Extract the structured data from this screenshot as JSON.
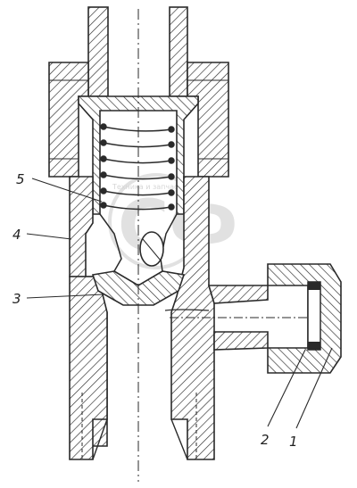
{
  "diagram": {
    "callouts": [
      {
        "id": "c1",
        "label": "1"
      },
      {
        "id": "c2",
        "label": "2"
      },
      {
        "id": "c3",
        "label": "3"
      },
      {
        "id": "c4",
        "label": "4"
      },
      {
        "id": "c5",
        "label": "5"
      }
    ],
    "watermark": {
      "text": "СФ",
      "small_text": "Техника и запчасти"
    },
    "colors": {
      "ink": "#2a2a2a",
      "paper": "#ffffff",
      "watermark": "#c9c9c9"
    }
  }
}
